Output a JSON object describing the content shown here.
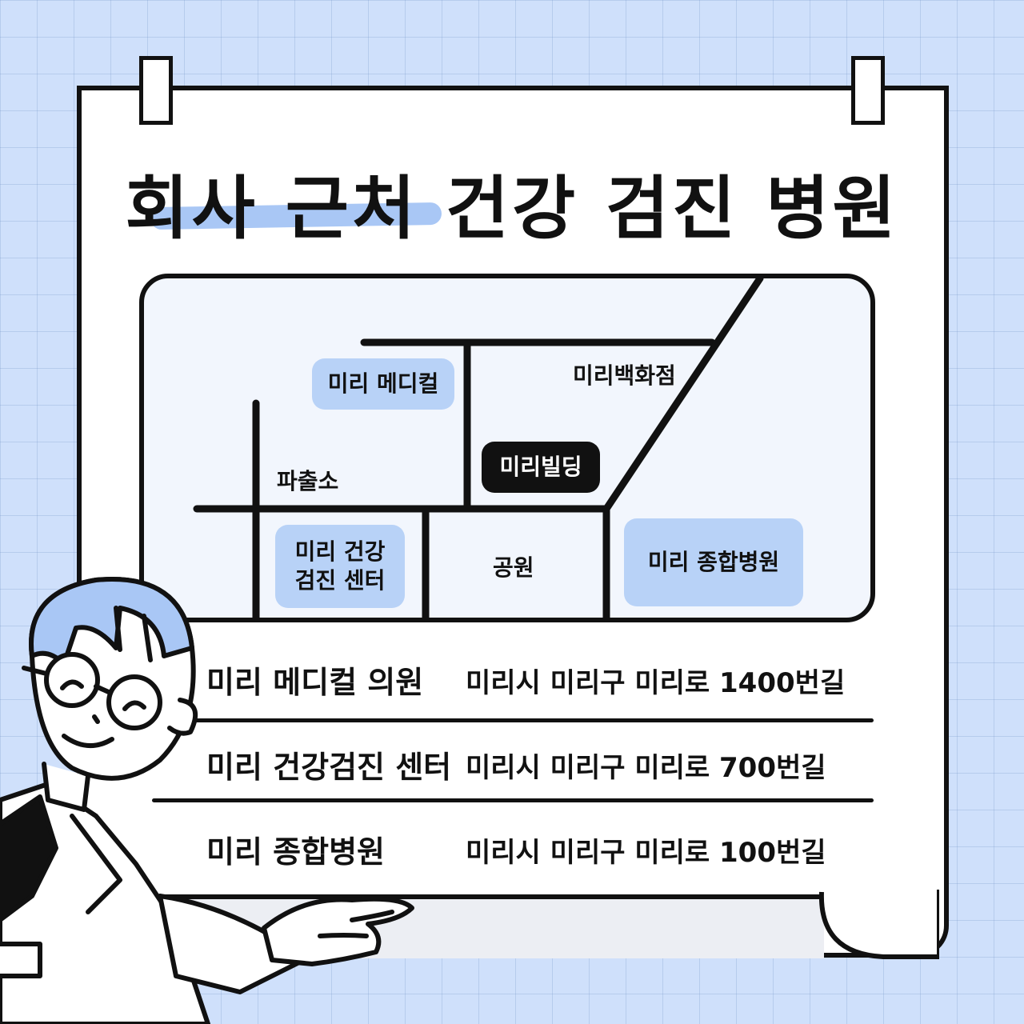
{
  "title": "회사 근처 건강 검진 병원",
  "map": {
    "labels": {
      "miri_medical": "미리 메디컬",
      "department_store": "미리백화점",
      "police_box": "파출소",
      "miri_building": "미리빌딩",
      "health_center": "미리 건강\n검진 센터",
      "park": "공원",
      "general_hospital": "미리 종합병원"
    }
  },
  "hospitals": [
    {
      "name": "미리 메디컬 의원",
      "address": "미리시 미리구 미리로 1400번길"
    },
    {
      "name": "미리 건강검진 센터",
      "address": "미리시 미리구 미리로 700번길"
    },
    {
      "name": "미리 종합병원",
      "address": "미리시 미리구 미리로 100번길"
    }
  ],
  "colors": {
    "background": "#cfe0fb",
    "accent": "#b8d2f7",
    "ink": "#111111"
  }
}
